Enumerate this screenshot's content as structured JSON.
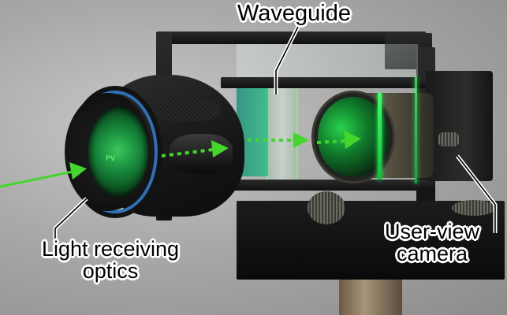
{
  "figure": {
    "description": "Photograph of a waveguide optical setup with annotated components",
    "labels": {
      "waveguide": "Waveguide",
      "optics_line1": "Light receiving",
      "optics_line2": "optics",
      "camera_line1": "User-view",
      "camera_line2": "camera"
    },
    "colors": {
      "beam_green": "#44d62c",
      "eyepiece_ring_blue": "#2e6fb6",
      "callout_line": "#000000",
      "callout_outline": "#ffffff",
      "background_gray": "#a9a9a9"
    },
    "eyepiece_logo_text": "PV"
  }
}
